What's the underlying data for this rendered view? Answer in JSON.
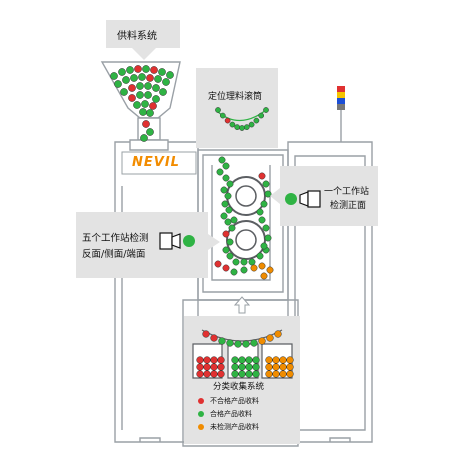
{
  "labels": {
    "feeding_system": "供料系统",
    "brand": "NEVIL",
    "positioning_drum": "定位理料滚筒",
    "one_station_line1": "一个工作站",
    "one_station_line2": "检测正面",
    "five_station_line1": "五个工作站检测",
    "five_station_line2": "反面/侧面/端面",
    "sorting_system": "分类收集系统"
  },
  "legend": [
    {
      "label": "不合格产品收料",
      "color": "#e03131"
    },
    {
      "label": "合格产品收料",
      "color": "#2fb344"
    },
    {
      "label": "未检测产品收料",
      "color": "#f08c00"
    }
  ],
  "colors": {
    "reject": "#e03131",
    "good": "#2fb344",
    "unchecked": "#f08c00",
    "callout_bg": "#e3e3e3",
    "machine_stroke": "#9aa0a6",
    "brand": "#f28c00",
    "signal_light": [
      "#e03131",
      "#f5c400",
      "#1c4fd6"
    ]
  },
  "icons": [
    "camera-icon",
    "arrow-up-icon",
    "signal-tower-icon"
  ]
}
